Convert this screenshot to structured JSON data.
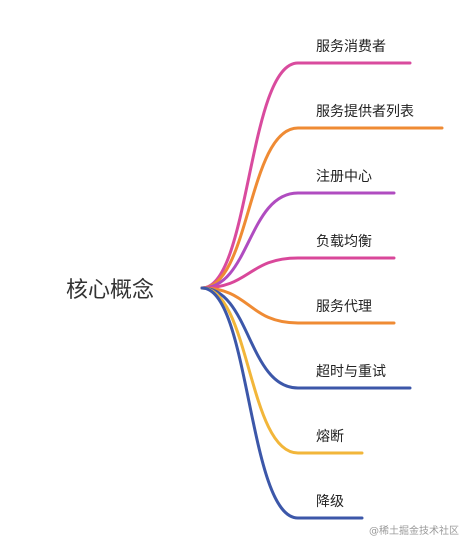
{
  "root": {
    "label": "核心概念"
  },
  "branches": [
    {
      "label": "服务消费者",
      "color": "#d94b9e"
    },
    {
      "label": "服务提供者列表",
      "color": "#ef8b34"
    },
    {
      "label": "注册中心",
      "color": "#b04cc0"
    },
    {
      "label": "负载均衡",
      "color": "#d9479a"
    },
    {
      "label": "服务代理",
      "color": "#ef8b34"
    },
    {
      "label": "超时与重试",
      "color": "#3c57a9"
    },
    {
      "label": "熔断",
      "color": "#f2b63a"
    },
    {
      "label": "降级",
      "color": "#3c57a9"
    }
  ],
  "watermark": {
    "text": "@稀土掘金技术社区"
  }
}
